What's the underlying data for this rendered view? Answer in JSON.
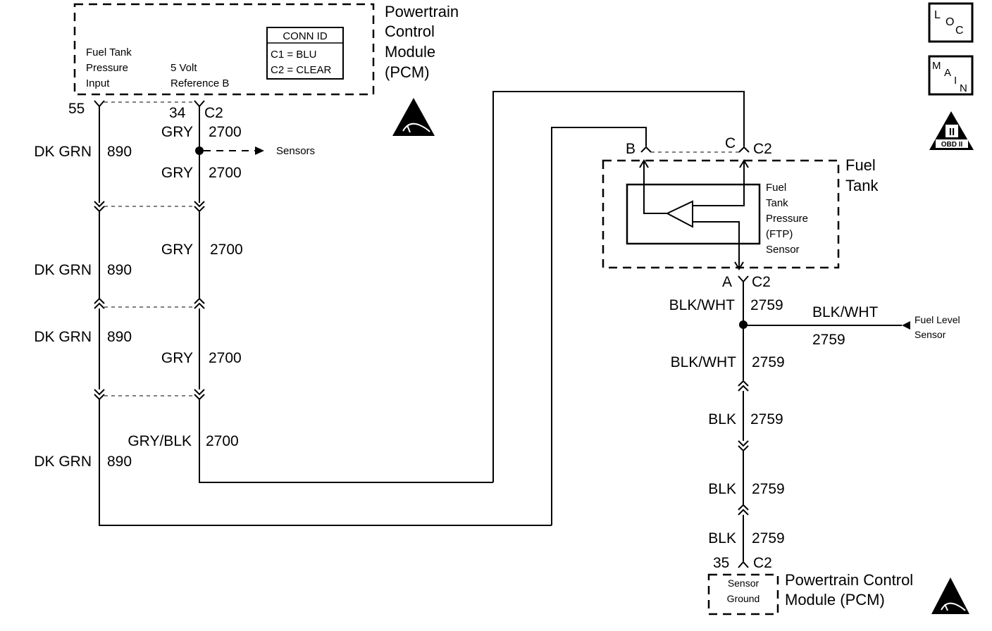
{
  "pcm_top": {
    "title_lines": [
      "Powertrain",
      "Control",
      "Module",
      "(PCM)"
    ],
    "input_lines": [
      "Fuel Tank",
      "Pressure",
      "Input"
    ],
    "ref_lines": [
      "5 Volt",
      "Reference B"
    ],
    "conn_id": {
      "title": "CONN ID",
      "c1": "C1 = BLU",
      "c2": "C2 = CLEAR"
    },
    "pin_55": "55",
    "pin_34": "34",
    "conn_c2": "C2"
  },
  "wire_890": {
    "color": "DK GRN",
    "circuit": "890"
  },
  "wire_2700": {
    "color": "GRY",
    "color_last": "GRY/BLK",
    "circuit": "2700"
  },
  "sensors_label": "Sensors",
  "fuel_tank": {
    "title_lines": [
      "Fuel",
      "Tank"
    ],
    "sensor_lines": [
      "Fuel",
      "Tank",
      "Pressure",
      "(FTP)",
      "Sensor"
    ],
    "pin_b": "B",
    "pin_c": "C",
    "pin_a": "A",
    "conn_c2_top": "C2",
    "conn_c2_bottom": "C2"
  },
  "wire_2759": {
    "color1": "BLK/WHT",
    "color2": "BLK",
    "circuit": "2759"
  },
  "fuel_level": {
    "color": "BLK/WHT",
    "circuit": "2759",
    "label_lines": [
      "Fuel Level",
      "Sensor"
    ]
  },
  "pcm_bottom": {
    "pin": "35",
    "conn": "C2",
    "ground_lines": [
      "Sensor",
      "Ground"
    ],
    "title_lines": [
      "Powertrain Control",
      "Module (PCM)"
    ]
  },
  "badges": {
    "loc": [
      "L",
      "O",
      "C"
    ],
    "main": [
      "M",
      "A",
      "I",
      "N"
    ],
    "obd": {
      "roman": "II",
      "text": "OBD II"
    }
  }
}
